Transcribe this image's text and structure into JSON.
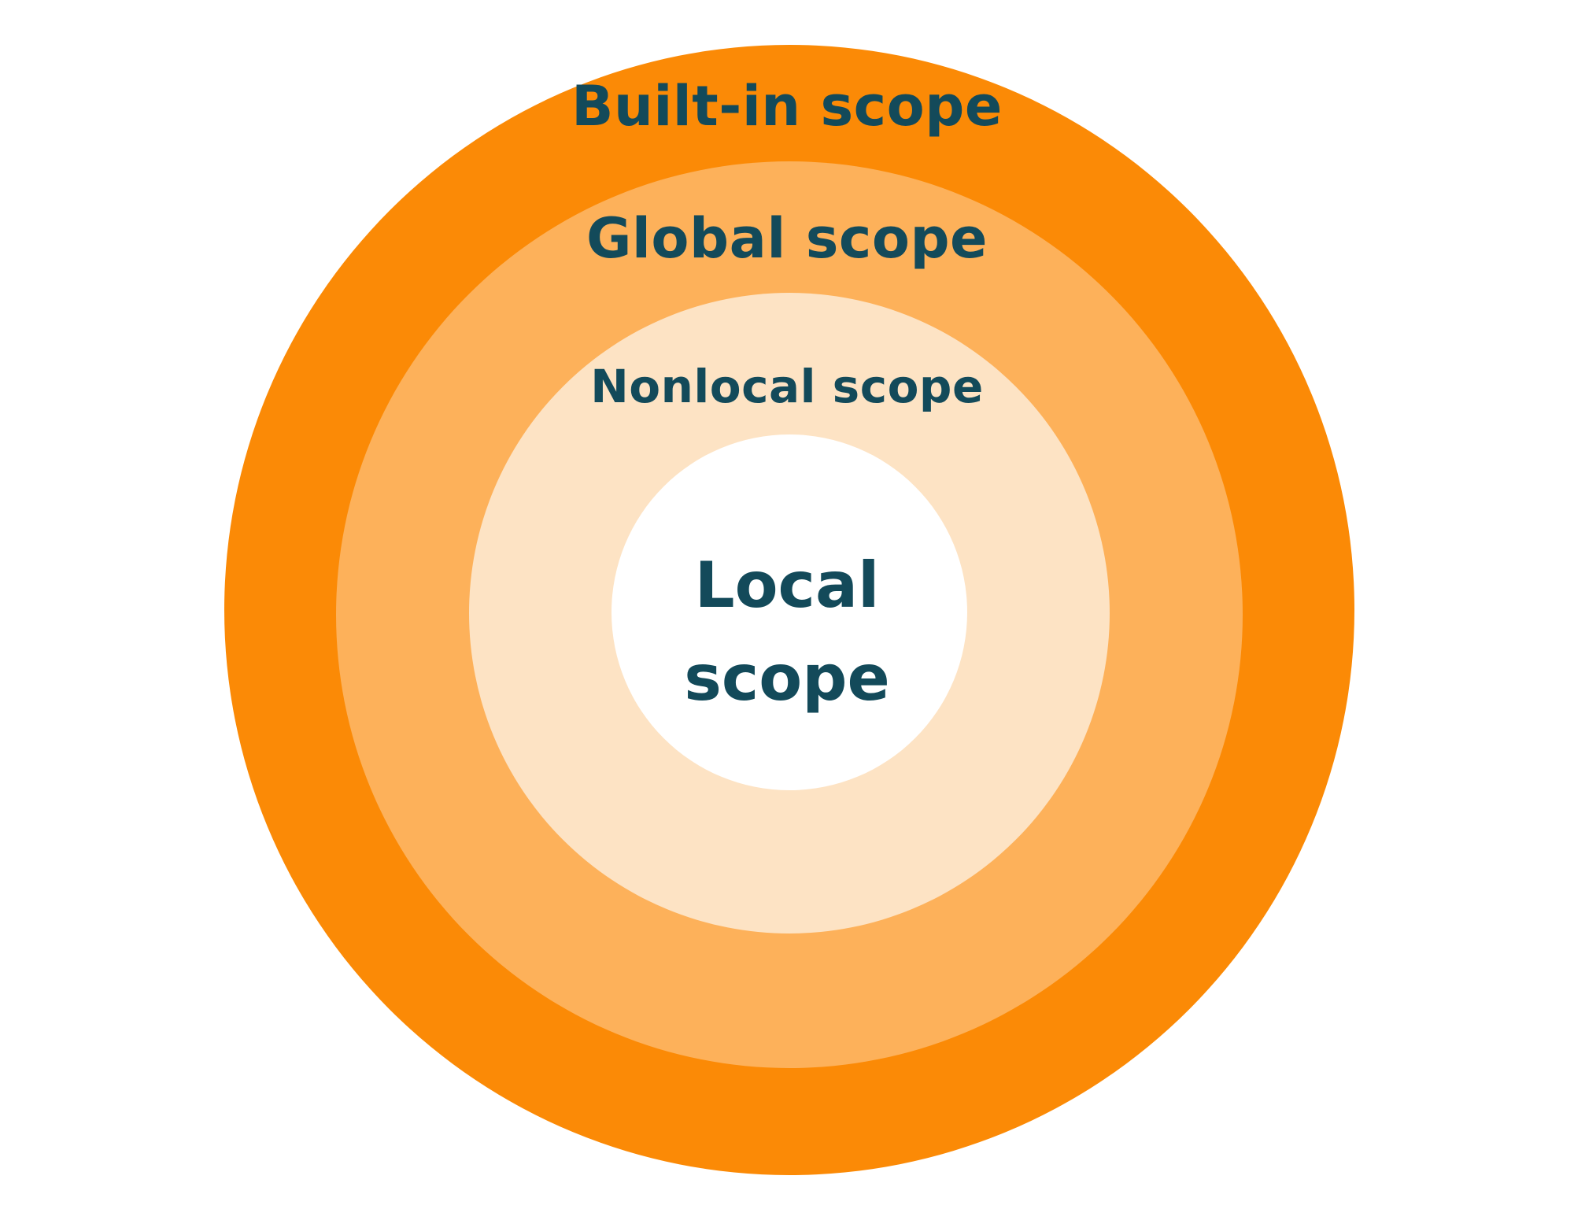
{
  "colors": {
    "builtin_ring": "#fb8a06",
    "global_ring": "#fdb15a",
    "nonlocal_ring": "#fde3c4",
    "local_ring": "#ffffff",
    "label_text": "#134a5a",
    "background": "#ffffff"
  },
  "scopes": {
    "builtin": {
      "label": "Built-in scope"
    },
    "global": {
      "label": "Global scope"
    },
    "nonlocal": {
      "label": "Nonlocal scope"
    },
    "local": {
      "label_line1": "Local",
      "label_line2": "scope"
    }
  }
}
